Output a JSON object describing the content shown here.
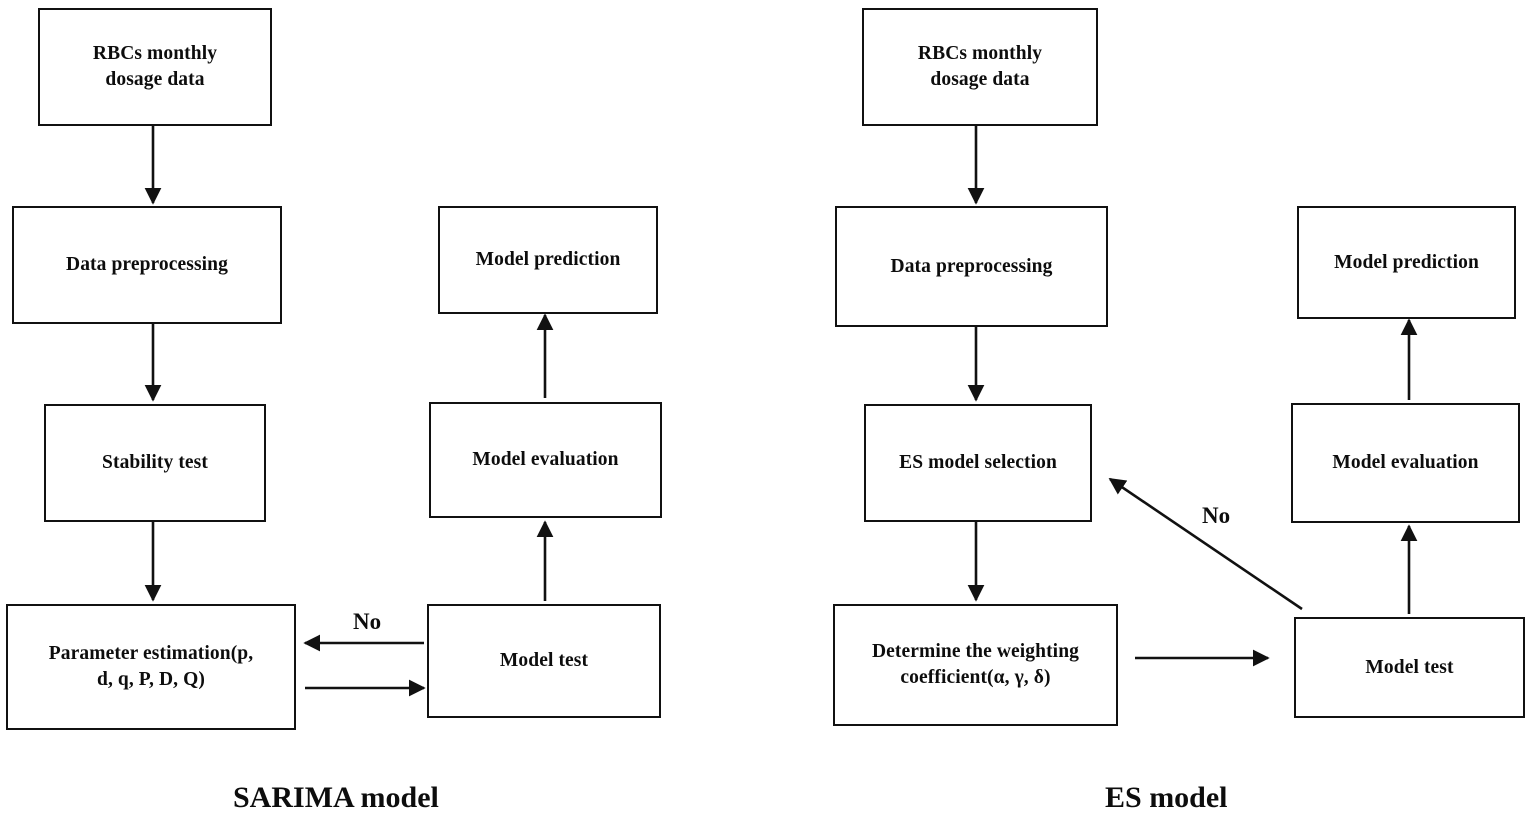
{
  "diagram": {
    "title_left": "SARIMA model",
    "title_right": "ES model",
    "panels": [
      {
        "name": "sarima",
        "title": "SARIMA model",
        "nodes": [
          {
            "id": "l-rbcs",
            "label": "RBCs monthly\ndosage data"
          },
          {
            "id": "l-preprocessing",
            "label": "Data preprocessing"
          },
          {
            "id": "l-stability",
            "label": "Stability test"
          },
          {
            "id": "l-parameter",
            "label": "Parameter estimation(p,\nd, q, P, D, Q)"
          },
          {
            "id": "l-prediction",
            "label": "Model prediction"
          },
          {
            "id": "l-evaluation",
            "label": "Model evaluation"
          },
          {
            "id": "l-test",
            "label": "Model test"
          }
        ],
        "edges": [
          {
            "from": "l-rbcs",
            "to": "l-preprocessing",
            "label": ""
          },
          {
            "from": "l-preprocessing",
            "to": "l-stability",
            "label": ""
          },
          {
            "from": "l-stability",
            "to": "l-parameter",
            "label": ""
          },
          {
            "from": "l-parameter",
            "to": "l-test",
            "label": ""
          },
          {
            "from": "l-test",
            "to": "l-parameter",
            "label": "No"
          },
          {
            "from": "l-test",
            "to": "l-evaluation",
            "label": ""
          },
          {
            "from": "l-evaluation",
            "to": "l-prediction",
            "label": ""
          }
        ]
      },
      {
        "name": "es",
        "title": "ES model",
        "nodes": [
          {
            "id": "r-rbcs",
            "label": "RBCs monthly\ndosage data"
          },
          {
            "id": "r-preprocessing",
            "label": "Data preprocessing"
          },
          {
            "id": "r-selection",
            "label": "ES model selection"
          },
          {
            "id": "r-weighting",
            "label": "Determine the weighting\ncoefficient(α, γ, δ)"
          },
          {
            "id": "r-prediction",
            "label": "Model prediction"
          },
          {
            "id": "r-evaluation",
            "label": "Model evaluation"
          },
          {
            "id": "r-test",
            "label": "Model test"
          }
        ],
        "edges": [
          {
            "from": "r-rbcs",
            "to": "r-preprocessing",
            "label": ""
          },
          {
            "from": "r-preprocessing",
            "to": "r-selection",
            "label": ""
          },
          {
            "from": "r-selection",
            "to": "r-weighting",
            "label": ""
          },
          {
            "from": "r-weighting",
            "to": "r-test",
            "label": ""
          },
          {
            "from": "r-test",
            "to": "r-selection",
            "label": "No"
          },
          {
            "from": "r-test",
            "to": "r-evaluation",
            "label": ""
          },
          {
            "from": "r-evaluation",
            "to": "r-prediction",
            "label": ""
          }
        ]
      }
    ],
    "edge_labels": {
      "left_no": "No",
      "right_no": "No"
    },
    "colors": {
      "stroke": "#111111",
      "text": "#0d0d0d",
      "background": "#ffffff"
    }
  }
}
